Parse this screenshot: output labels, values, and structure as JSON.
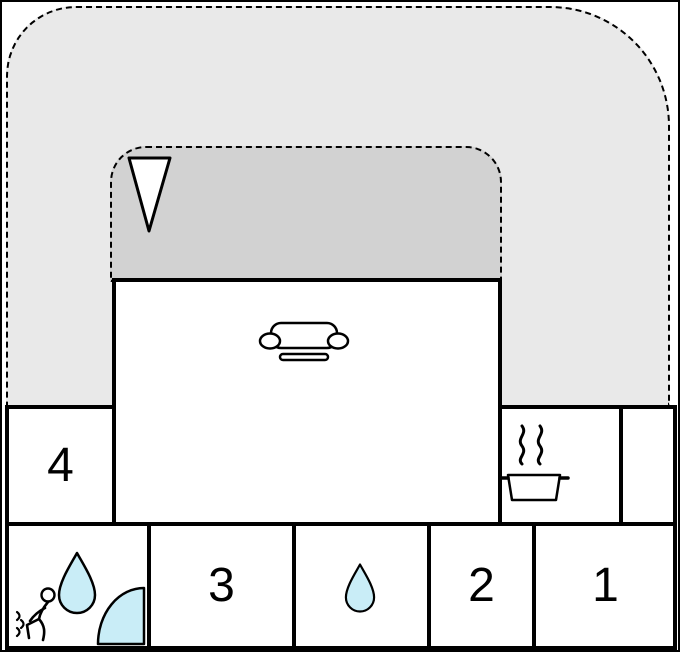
{
  "plan": {
    "name": "holiday-home-floor-plan",
    "rooms": {
      "room4": {
        "label": "4"
      },
      "room3": {
        "label": "3"
      },
      "room2": {
        "label": "2"
      },
      "room1": {
        "label": "1"
      }
    },
    "areas": {
      "outdoor": "outdoor-area",
      "terrace": "covered-terrace",
      "living": "living-room",
      "kitchen": "kitchen-area",
      "side_room": "side-room",
      "bathroom": "bathroom",
      "water_room": "water-room"
    },
    "icons": {
      "triangle": "north-direction-triangle",
      "sofa": "sofa-top-view",
      "pot": "cooking-pot-with-steam",
      "person": "person-in-steam",
      "drop_large": "water-drop",
      "quarter": "corner-shower-tray",
      "drop_small": "water-drop"
    },
    "colors": {
      "outdoor_fill": "#e9e9e9",
      "terrace_fill": "#d2d2d2",
      "water_fill": "#c9edf7",
      "wall": "#000000",
      "room_fill": "#ffffff"
    }
  }
}
